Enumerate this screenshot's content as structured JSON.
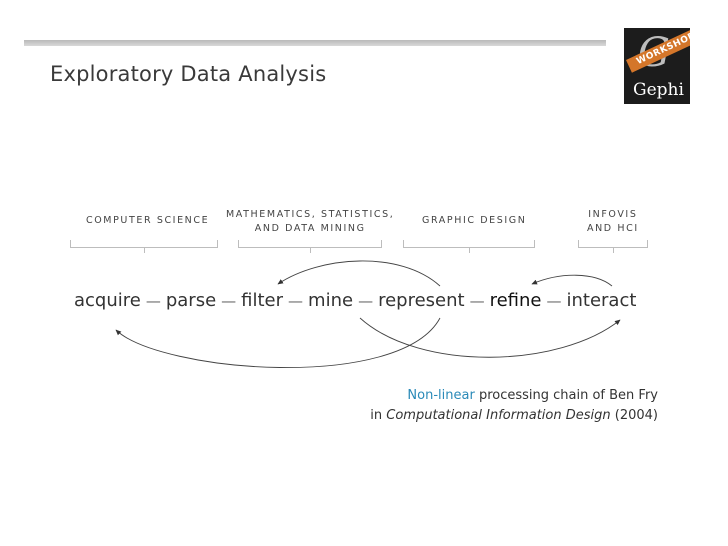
{
  "header": {
    "title": "Exploratory Data Analysis"
  },
  "logo": {
    "monogram": "G",
    "band_text": "WORKSHOP",
    "name": "Gephi"
  },
  "categories": [
    {
      "line1": "COMPUTER SCIENCE",
      "line2": ""
    },
    {
      "line1": "MATHEMATICS, STATISTICS,",
      "line2": "AND DATA MINING"
    },
    {
      "line1": "GRAPHIC DESIGN",
      "line2": ""
    },
    {
      "line1": "INFOVIS",
      "line2": "AND HCI"
    }
  ],
  "steps": [
    "acquire",
    "parse",
    "filter",
    "mine",
    "represent",
    "refine",
    "interact"
  ],
  "separator": "—",
  "caption": {
    "highlight": "Non-linear",
    "line1_rest": " processing chain of Ben Fry",
    "line2_prefix": "in ",
    "line2_italic": "Computational Information Design",
    "line2_suffix": " (2004)"
  },
  "colors": {
    "accent": "#2a8ab8",
    "logo_band": "#d4762a",
    "logo_bg": "#1c1c1c"
  }
}
